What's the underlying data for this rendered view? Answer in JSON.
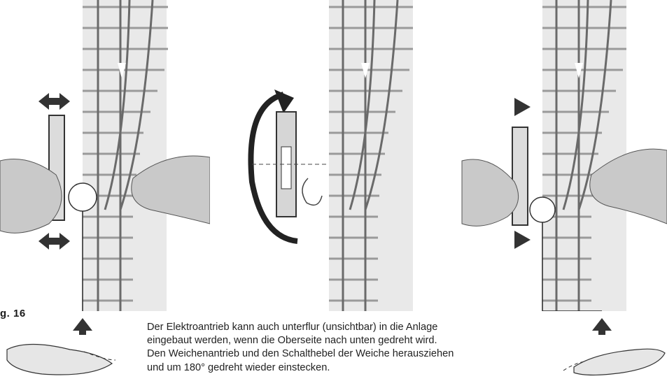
{
  "figure": {
    "label": "g. 16"
  },
  "caption": {
    "lines": [
      "Der Elektroantrieb kann auch unterflur (unsichtbar) in die Anlage",
      "eingebaut werden, wenn die Oberseite nach unten gedreht wird.",
      "Den Weichenantrieb und den Schalthebel der Weiche herausziehen",
      "und um 180° gedreht wieder einstecken."
    ]
  },
  "colors": {
    "ink": "#1a1a1a",
    "rail": "#7a7a7a",
    "sleeper": "#9a9a9a",
    "hand": "#c9c9c9"
  }
}
